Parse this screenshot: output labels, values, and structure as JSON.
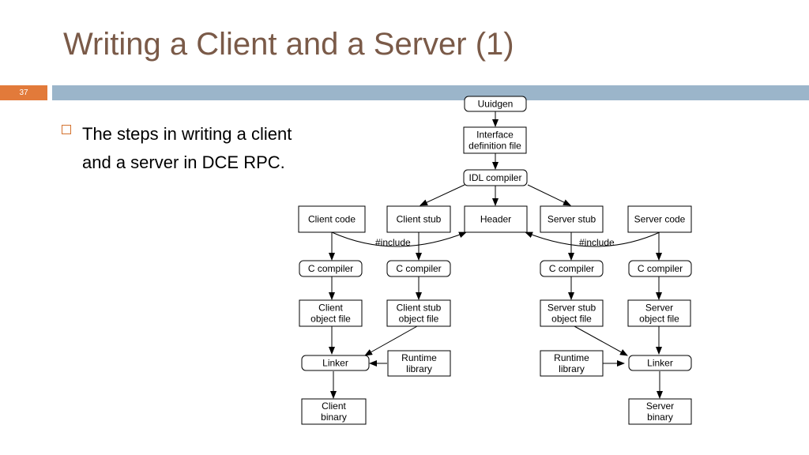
{
  "slide": {
    "title": "Writing a Client and a Server (1)",
    "page_number": "37"
  },
  "bullet": {
    "text": "The steps in writing a client and a server in DCE RPC."
  },
  "diagram": {
    "nodes": {
      "uuidgen": [
        "Uuidgen"
      ],
      "interface_definition_file": [
        "Interface",
        "definition file"
      ],
      "idl_compiler": [
        "IDL compiler"
      ],
      "client_code": [
        "Client code"
      ],
      "client_stub": [
        "Client stub"
      ],
      "header": [
        "Header"
      ],
      "server_stub": [
        "Server stub"
      ],
      "server_code": [
        "Server code"
      ],
      "c_compiler_1": [
        "C compiler"
      ],
      "c_compiler_2": [
        "C compiler"
      ],
      "c_compiler_3": [
        "C compiler"
      ],
      "c_compiler_4": [
        "C compiler"
      ],
      "client_object_file": [
        "Client",
        "object file"
      ],
      "client_stub_object_file": [
        "Client stub",
        "object file"
      ],
      "server_stub_object_file": [
        "Server stub",
        "object file"
      ],
      "server_object_file": [
        "Server",
        "object file"
      ],
      "linker_client": [
        "Linker"
      ],
      "runtime_library_client": [
        "Runtime",
        "library"
      ],
      "runtime_library_server": [
        "Runtime",
        "library"
      ],
      "linker_server": [
        "Linker"
      ],
      "client_binary": [
        "Client",
        "binary"
      ],
      "server_binary": [
        "Server",
        "binary"
      ]
    },
    "include_labels": {
      "left": "#include",
      "right": "#include"
    }
  }
}
